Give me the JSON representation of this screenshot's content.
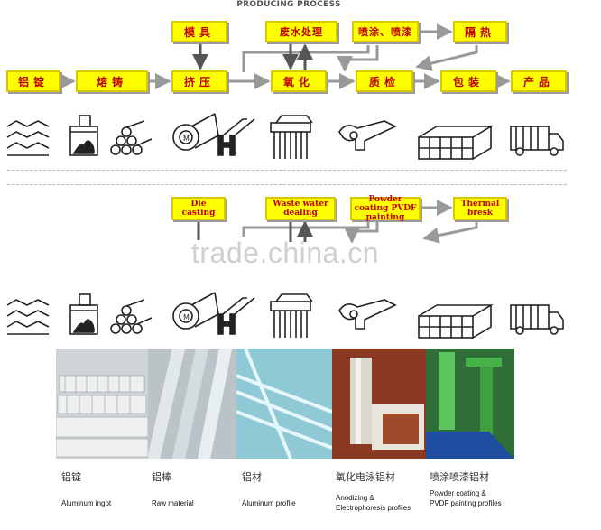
{
  "title": "PRODUCING PROCESS",
  "flow_top": {
    "ingot": "铝锭",
    "melting": "熔铸",
    "extrusion": "挤压",
    "oxidation": "氧化",
    "quality": "质检",
    "packing": "包装",
    "product": "产品",
    "mold": "模具",
    "wastewater": "废水处理",
    "spraying": "喷涂、喷漆",
    "insulation": "隔热"
  },
  "flow_bottom": {
    "die_casting": "Die casting",
    "waste_water": "Waste water dealing",
    "powder_coating": "Powder coating PVDF painting",
    "thermal": "Thermal bresk"
  },
  "watermark": "trade.china.cn",
  "icons": [
    "ingot-stack-icon",
    "furnace-icon",
    "log-pile-icon",
    "extrusion-press-icon",
    "h-profile-icon",
    "comb-profile-icon",
    "clamp-icon",
    "hollow-tubes-icon",
    "truck-icon"
  ],
  "photos": [
    {
      "cn": "铝锭",
      "en": "Aluminum ingot",
      "color": "#cfd4d6"
    },
    {
      "cn": "铝棒",
      "en": "Raw material",
      "color": "#b9c3c8"
    },
    {
      "cn": "铝材",
      "en": "Aluminum profile",
      "color": "#8fc9d6"
    },
    {
      "cn": "氧化电泳铝材",
      "en": "Anodizing & Electrophoresis profiles",
      "color": "#8a3a22"
    },
    {
      "cn": "喷涂喷漆铝材",
      "en": "Powder coating & PVDF painting profiles",
      "color": "#2f6e36"
    }
  ],
  "colors": {
    "box_fill": "#ffff00",
    "box_text": "#c00000",
    "arrow": "#999999"
  }
}
